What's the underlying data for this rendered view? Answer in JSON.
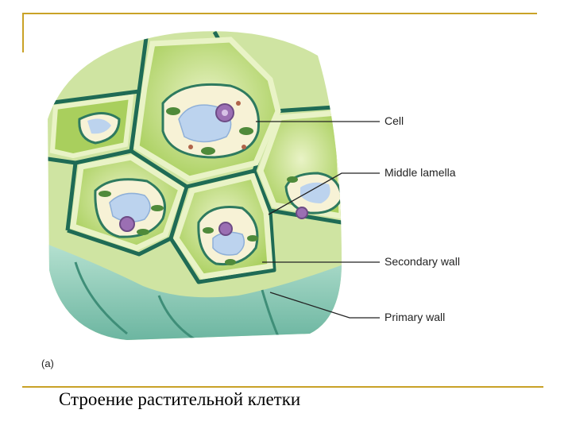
{
  "labels": {
    "cell": "Cell",
    "middle_lamella": "Middle lamella",
    "secondary_wall": "Secondary wall",
    "primary_wall": "Primary wall",
    "panel": "(a)"
  },
  "caption": "Строение растительной клетки",
  "colors": {
    "frame": "#c9a227",
    "wall_green": "#9cc44a",
    "wall_light": "#d6e8a0",
    "lamella": "#1f6b55",
    "base_teal": "#7dc6b0",
    "cytoplasm": "#f7f2d6",
    "vacuole": "#bcd3ee",
    "nucleus": "#9b6fb3",
    "chloroplast": "#4f8a3a"
  }
}
